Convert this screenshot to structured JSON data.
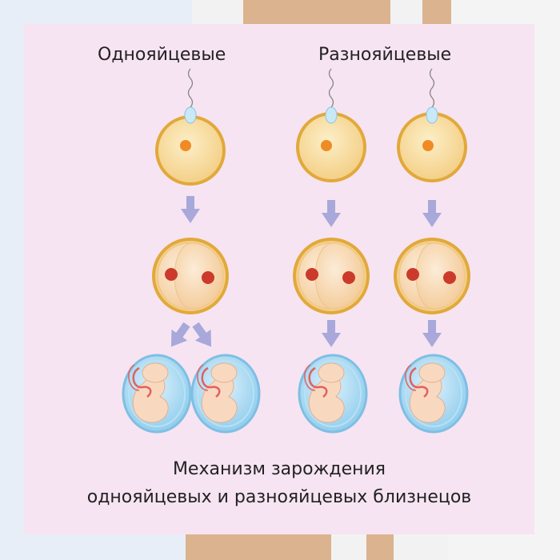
{
  "labels": {
    "identical": "Однояйцевые",
    "fraternal": "Разнояйцевые"
  },
  "caption": {
    "line1": "Механизм зарождения",
    "line2": "однояйцевых и разнояйцевых близнецов"
  },
  "colors": {
    "panel": "#f7e4f2",
    "egg_rim": "#e1a93b",
    "egg_fill": "#f9dfa8",
    "nucleus": "#f08a24",
    "red_nucleus": "#cc3a2c",
    "arrow": "#a8a8da",
    "amnion": "#9fd3ef",
    "embryo": "#f8d9c0",
    "cord": "#e26060",
    "stripe": "#dbb38f"
  }
}
